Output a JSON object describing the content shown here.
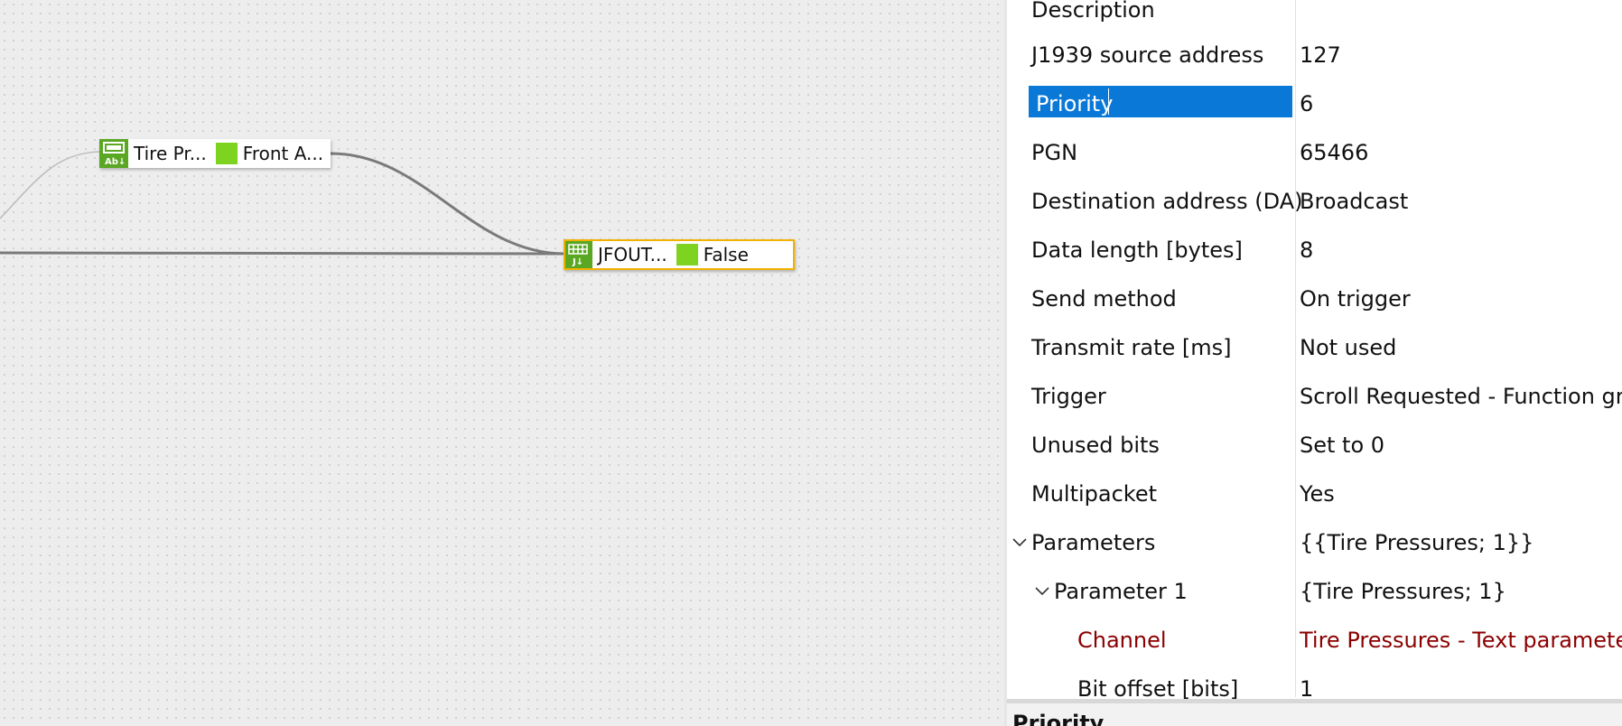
{
  "canvas": {
    "node_a": {
      "label_1": "Tire Pr...",
      "label_2": "Front A..."
    },
    "node_b": {
      "label_1": "JFOUT...",
      "label_2": "False"
    }
  },
  "properties": [
    {
      "name": "Description",
      "value": ""
    },
    {
      "name": "J1939 source address",
      "value": "127"
    },
    {
      "name": "Priority",
      "value": "6"
    },
    {
      "name": "PGN",
      "value": "65466"
    },
    {
      "name": "Destination address (DA)",
      "value": "Broadcast"
    },
    {
      "name": "Data length [bytes]",
      "value": "8"
    },
    {
      "name": "Send method",
      "value": "On trigger"
    },
    {
      "name": "Transmit rate [ms]",
      "value": "Not used"
    },
    {
      "name": "Trigger",
      "value": "Scroll Requested - Function group"
    },
    {
      "name": "Unused bits",
      "value": "Set to 0"
    },
    {
      "name": "Multipacket",
      "value": "Yes"
    },
    {
      "name": "Parameters",
      "value": "{{Tire Pressures; 1}}"
    },
    {
      "name": "Parameter 1",
      "value": "{Tire Pressures; 1}"
    },
    {
      "name": "Channel",
      "value": "Tire Pressures - Text parameter"
    },
    {
      "name": "Bit offset [bits]",
      "value": "1"
    }
  ],
  "description_pane": {
    "title": "Priority"
  },
  "colors": {
    "selection": "#0a78d7",
    "node_icon": "#5aa723",
    "port_square": "#7ed321",
    "selected_node_border": "#f2b100",
    "error_text": "#8b0000"
  },
  "icons": {
    "node_a": "text-parameter-icon",
    "node_b": "j1939-output-icon",
    "expander": "chevron-down-icon"
  }
}
